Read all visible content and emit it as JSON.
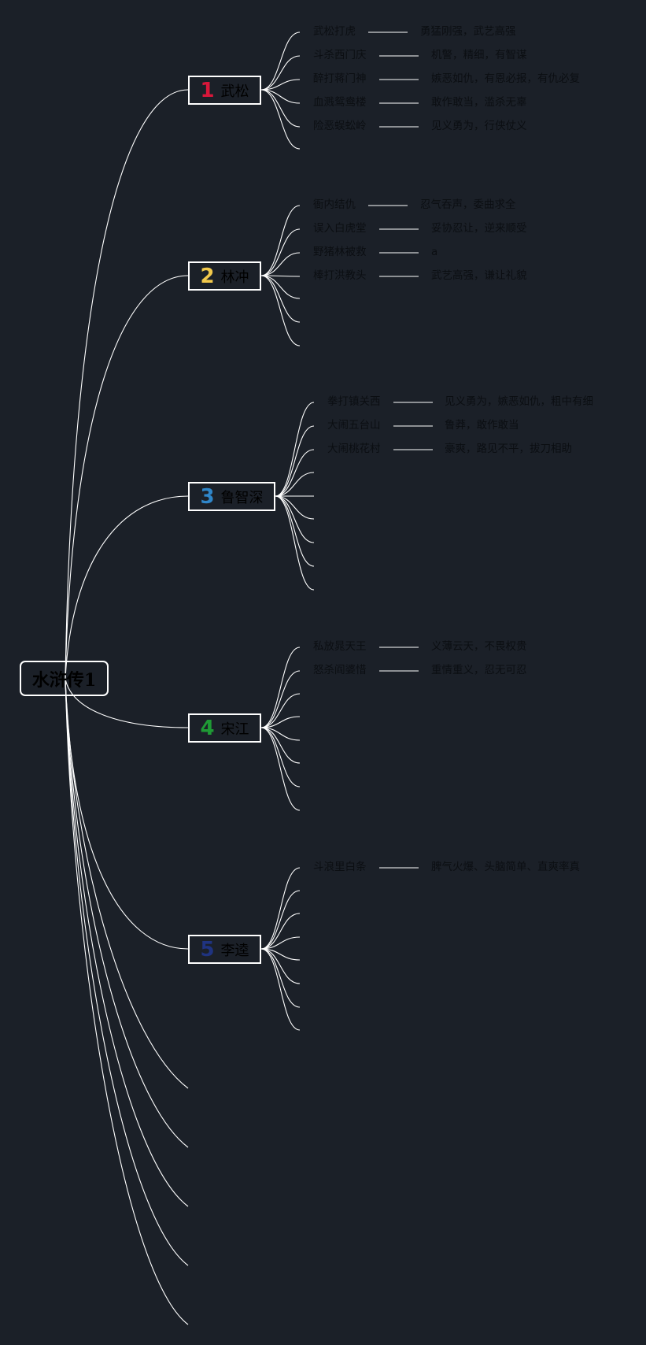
{
  "root": {
    "label": "水浒传1"
  },
  "colors": {
    "background": "#1b2028",
    "line": "#ffffff",
    "num_1": "#d8173a",
    "num_2": "#f2c94c",
    "num_3": "#2f86c9",
    "num_4": "#1f9a35",
    "num_5": "#1f3380"
  },
  "topics": [
    {
      "number": "1",
      "name": "武松",
      "items": [
        {
          "label": "武松打虎",
          "desc": "勇猛刚强，武艺高强"
        },
        {
          "label": "斗杀西门庆",
          "desc": "机警，精细，有智谋"
        },
        {
          "label": "醉打蒋门神",
          "desc": "嫉恶如仇，有恩必报，有仇必复"
        },
        {
          "label": "血溅鸳鸯楼",
          "desc": "敢作敢当，滥杀无辜"
        },
        {
          "label": "险恶蜈蚣岭",
          "desc": "见义勇为，行侠仗义"
        }
      ],
      "empty_slots": 1
    },
    {
      "number": "2",
      "name": "林冲",
      "items": [
        {
          "label": "衙内结仇",
          "desc": "忍气吞声，委曲求全"
        },
        {
          "label": "误入白虎堂",
          "desc": "妥协忍让，逆来顺受"
        },
        {
          "label": "野猪林被救",
          "desc": "a"
        },
        {
          "label": "棒打洪教头",
          "desc": "武艺高强，谦让礼貌"
        }
      ],
      "empty_slots": 3
    },
    {
      "number": "3",
      "name": "鲁智深",
      "items": [
        {
          "label": "拳打镇关西",
          "desc": "见义勇为，嫉恶如仇，粗中有细"
        },
        {
          "label": "大闹五台山",
          "desc": "鲁莽，敢作敢当"
        },
        {
          "label": "大闹桃花村",
          "desc": "豪爽，路见不平，拔刀相助"
        }
      ],
      "empty_slots": 6
    },
    {
      "number": "4",
      "name": "宋江",
      "items": [
        {
          "label": "私放晁天王",
          "desc": "义薄云天，不畏权贵"
        },
        {
          "label": "怒杀阎婆惜",
          "desc": "重情重义，忍无可忍"
        }
      ],
      "empty_slots": 6
    },
    {
      "number": "5",
      "name": "李逵",
      "items": [
        {
          "label": "斗浪里白条",
          "desc": "脾气火爆、头脑简单、直爽率真"
        }
      ],
      "empty_slots": 7
    }
  ],
  "empty_root_branches": 5
}
